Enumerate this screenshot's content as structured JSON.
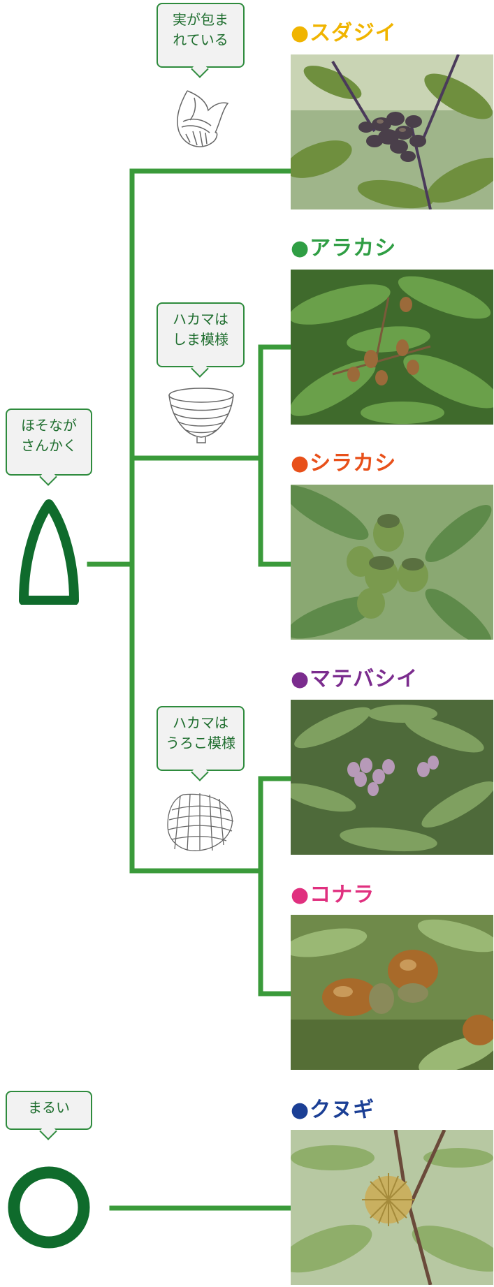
{
  "shapes": {
    "slender": {
      "label_line1": "ほそなが",
      "label_line2": "さんかく",
      "icon": "slender-triangle-acorn-icon"
    },
    "round": {
      "label": "まるい",
      "icon": "round-acorn-icon"
    }
  },
  "cups": {
    "wrapped": {
      "label_line1": "実が包ま",
      "label_line2": "れている",
      "icon": "wrapped-cup-sketch-icon"
    },
    "striped": {
      "label_line1": "ハカマは",
      "label_line2": "しま模様",
      "icon": "striped-cup-sketch-icon"
    },
    "scaly": {
      "label_line1": "ハカマは",
      "label_line2": "うろこ模様",
      "icon": "scaly-cup-sketch-icon"
    }
  },
  "species": [
    {
      "name": "●スダジイ",
      "color": "#f0b400"
    },
    {
      "name": "●アラカシ",
      "color": "#2f9e44"
    },
    {
      "name": "●シラカシ",
      "color": "#e8501a"
    },
    {
      "name": "●マテバシイ",
      "color": "#7b2c8e"
    },
    {
      "name": "●コナラ",
      "color": "#e0307f"
    },
    {
      "name": "●クヌギ",
      "color": "#1b3f95"
    }
  ],
  "colors": {
    "line": "#3a9a3a",
    "shape": "#0f6b2c",
    "bubble_border": "#2e8b3d"
  }
}
